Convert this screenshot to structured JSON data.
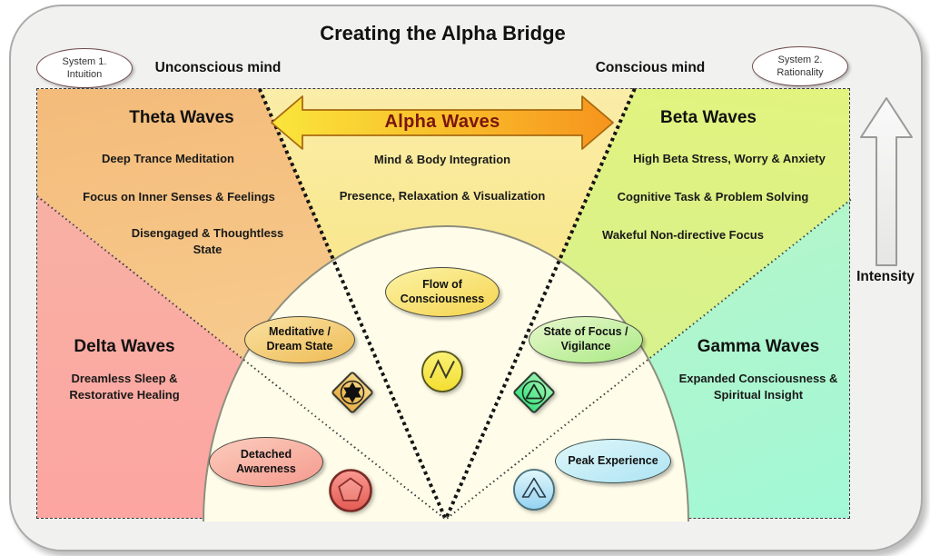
{
  "title": "Creating the Alpha Bridge",
  "badges": {
    "system1": {
      "line1": "System 1.",
      "line2": "Intuition"
    },
    "system2": {
      "line1": "System 2.",
      "line2": "Rationality"
    }
  },
  "top_labels": {
    "unconscious": "Unconscious mind",
    "conscious": "Conscious mind"
  },
  "regions": {
    "theta": {
      "heading": "Theta Waves",
      "items": [
        "Deep Trance Meditation",
        "Focus on Inner Senses & Feelings",
        "Disengaged & Thoughtless State"
      ]
    },
    "alpha": {
      "heading": "Alpha Waves",
      "items": [
        "Mind & Body Integration",
        "Presence, Relaxation & Visualization"
      ]
    },
    "beta": {
      "heading": "Beta Waves",
      "items": [
        "High Beta Stress, Worry & Anxiety",
        "Cognitive Task & Problem Solving",
        "Wakeful Non-directive Focus"
      ]
    },
    "delta": {
      "heading": "Delta Waves",
      "subtext": "Dreamless Sleep & Restorative Healing"
    },
    "gamma": {
      "heading": "Gamma Waves",
      "subtext": "Expanded Consciousness & Spiritual Insight"
    }
  },
  "bubbles": {
    "flow": {
      "label": "Flow of Consciousness"
    },
    "meditative": {
      "label": "Meditative / Dream State"
    },
    "focus": {
      "label": "State of Focus / Vigilance"
    },
    "detached": {
      "label": "Detached Awareness"
    },
    "peak": {
      "label": "Peak Experience"
    }
  },
  "icons": {
    "star": "six-point-star-icon",
    "zigzag": "zigzag-wave-icon",
    "triangle": "triangle-in-circle-icon",
    "pentagon": "pentagon-icon",
    "chevron": "peak-chevron-icon"
  },
  "side": {
    "intensity": "Intensity"
  },
  "colors": {
    "theta-top": "#F4BB7A",
    "theta-bottom": "#F8D89E",
    "delta-top": "#F7B5A5",
    "delta-bottom": "#FCA5A1",
    "alpha-top": "#FAEDA8",
    "alpha-bottom": "#F8E37A",
    "beta-top": "#E2F37E",
    "beta-bottom": "#CFF098",
    "gamma-top": "#C8F2BE",
    "gamma-bottom": "#A2F8D6",
    "dome": "#FFFDE9",
    "arrow-left": "#FBE53C",
    "arrow-right": "#F7941D",
    "alpha-text": "#7A150E",
    "bubble-flow": "#F5D44E",
    "bubble-meditative": "#EFBB54",
    "bubble-focus": "#AAEA86",
    "bubble-detached": "#F59A8E",
    "bubble-peak": "#AEE4F4"
  }
}
